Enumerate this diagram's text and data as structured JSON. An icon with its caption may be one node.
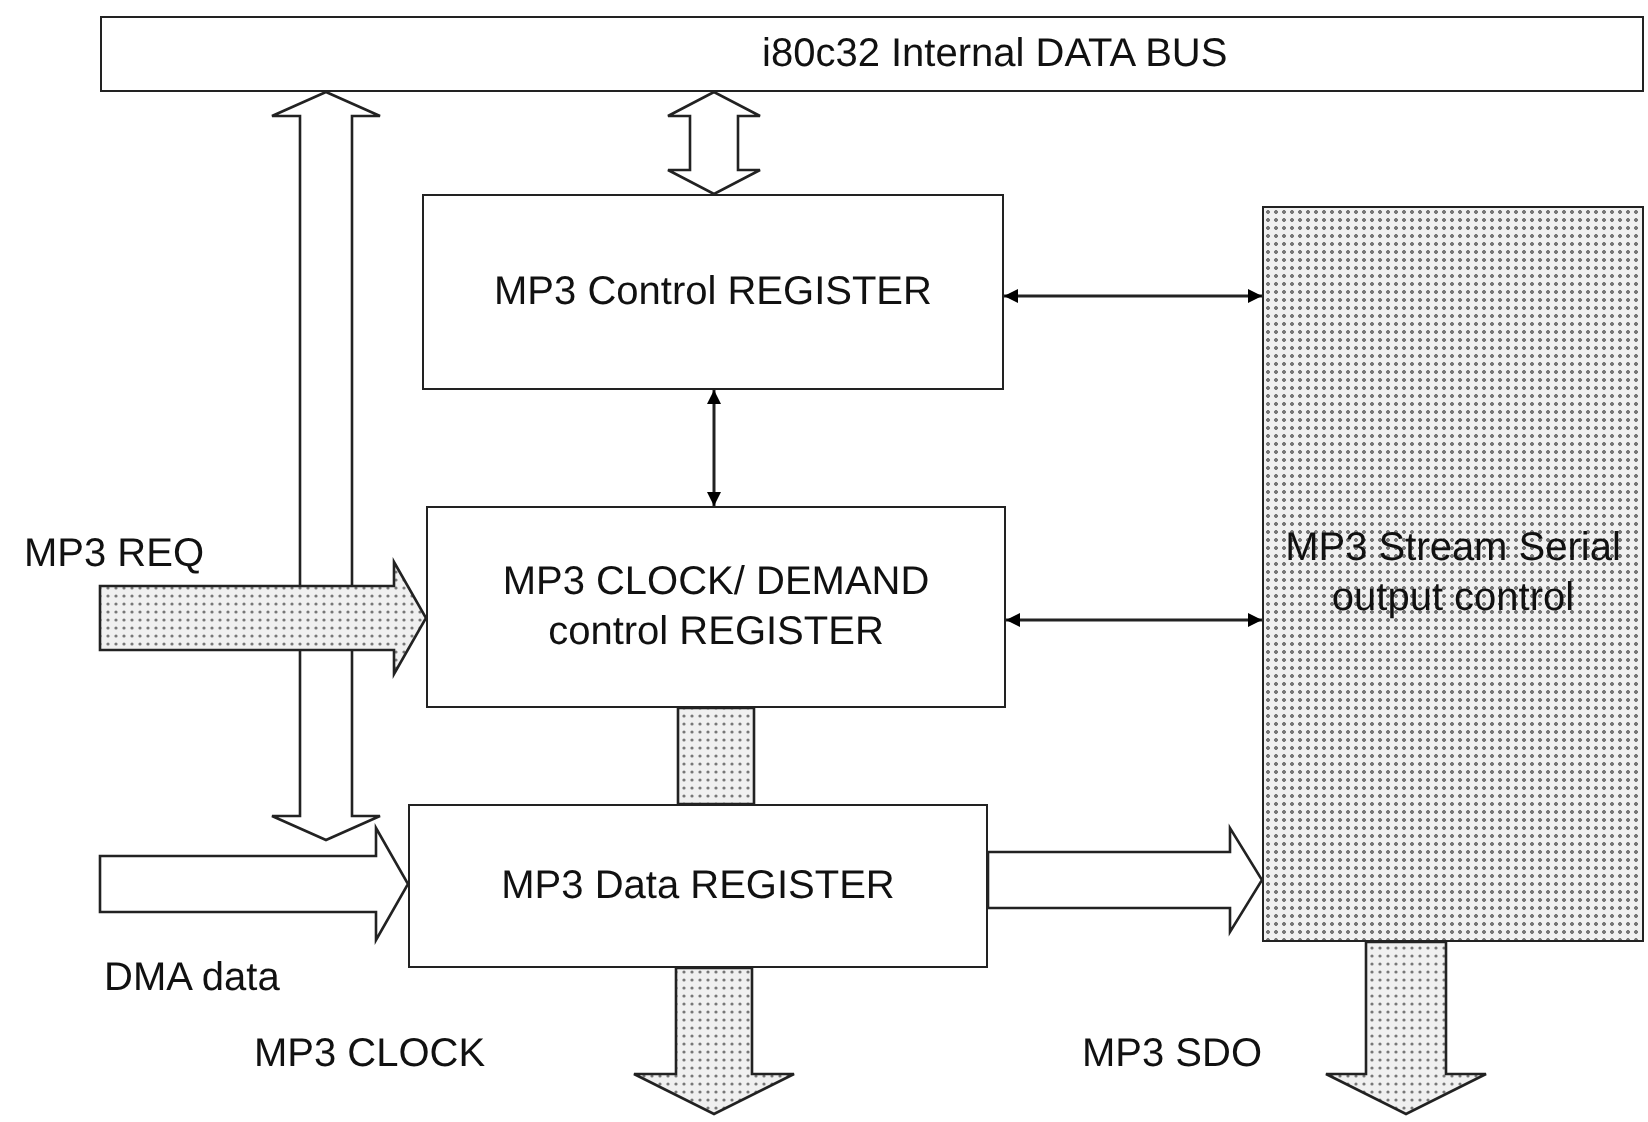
{
  "diagram": {
    "nodes": [
      {
        "text": [
          "i80c32  Internal  DATA BUS"
        ]
      },
      {
        "text": [
          "MP3 Control REGISTER"
        ]
      },
      {
        "text": [
          "MP3 CLOCK/ DEMAND control REGISTER"
        ]
      },
      {
        "text": [
          "MP3 Data REGISTER"
        ]
      },
      {
        "text": [
          "MP3 Stream Serial output control"
        ]
      }
    ],
    "edges": [
      {
        "from": 0,
        "to": 1,
        "arrow": "both",
        "style": "thick"
      },
      {
        "from": 0,
        "to": 3,
        "arrow": "both",
        "style": "thick"
      },
      {
        "from": 1,
        "to": 2,
        "arrow": "both"
      },
      {
        "from": 1,
        "to": 4,
        "arrow": "both"
      },
      {
        "from": 2,
        "to": 4,
        "arrow": "both"
      },
      {
        "from": 2,
        "to": 3,
        "arrow": "none",
        "style": "thick"
      },
      {
        "from": 3,
        "to": 4,
        "arrow": "to",
        "style": "thick"
      },
      {
        "from": null,
        "to": 2,
        "arrow": "to",
        "style": "thick"
      },
      {
        "from": null,
        "to": 3,
        "arrow": "to",
        "style": "thick"
      },
      {
        "from": 3,
        "to": null,
        "arrow": "to",
        "style": "thick"
      },
      {
        "from": 4,
        "to": null,
        "arrow": "to",
        "style": "thick"
      }
    ],
    "labels": [
      "MP3 REQ",
      "DMA data",
      "MP3 CLOCK",
      "MP3 SDO"
    ]
  }
}
